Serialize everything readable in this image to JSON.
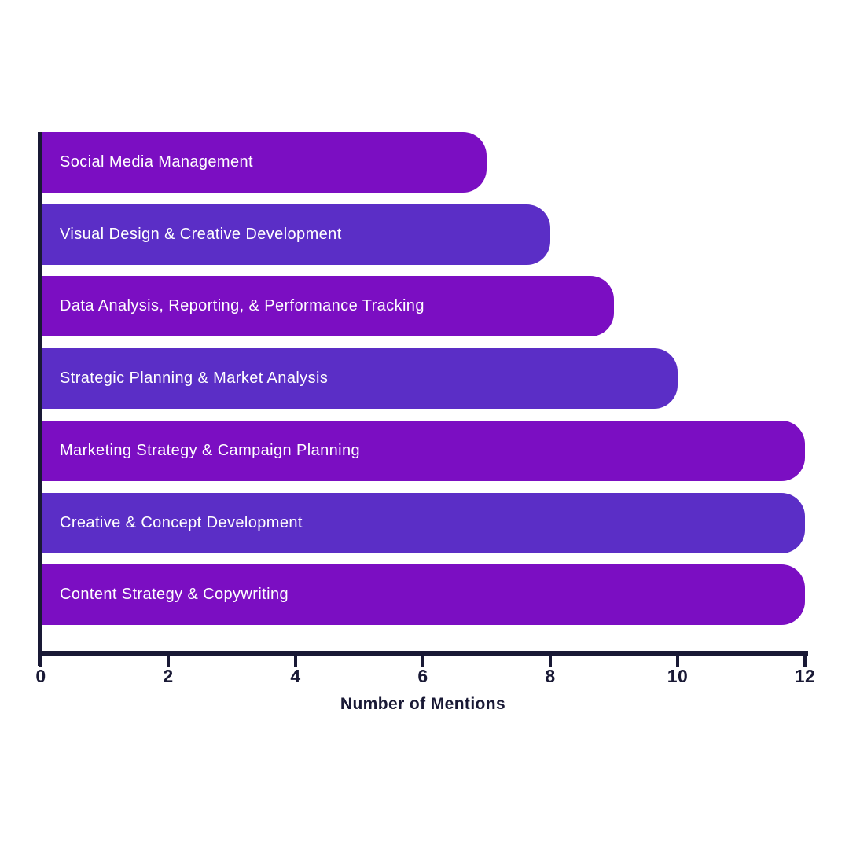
{
  "chart_data": {
    "type": "bar",
    "orientation": "horizontal",
    "title": "",
    "xlabel": "Number of Mentions",
    "ylabel": "",
    "categories": [
      "Social Media Management",
      "Visual Design & Creative Development",
      "Data Analysis, Reporting, & Performance Tracking",
      "Strategic Planning & Market Analysis",
      "Marketing Strategy & Campaign Planning",
      "Creative & Concept Development",
      "Content Strategy & Copywriting"
    ],
    "values": [
      7,
      8,
      9,
      10,
      12,
      12,
      12
    ],
    "bar_colors": [
      "#7B0EC2",
      "#5B2EC6",
      "#7B0EC2",
      "#5B2EC6",
      "#7B0EC2",
      "#5B2EC6",
      "#7B0EC2"
    ],
    "xlim": [
      0,
      12
    ],
    "x_ticks": [
      0,
      2,
      4,
      6,
      8,
      10,
      12
    ],
    "grid": false,
    "legend_position": "none",
    "bar_label_position": "inside-left"
  },
  "colors": {
    "dark_purple": "#7B0EC2",
    "blue_purple": "#5B2EC6",
    "axis_navy": "#191935",
    "bar_text": "#FFFFFF",
    "background": "#FFFFFF"
  }
}
